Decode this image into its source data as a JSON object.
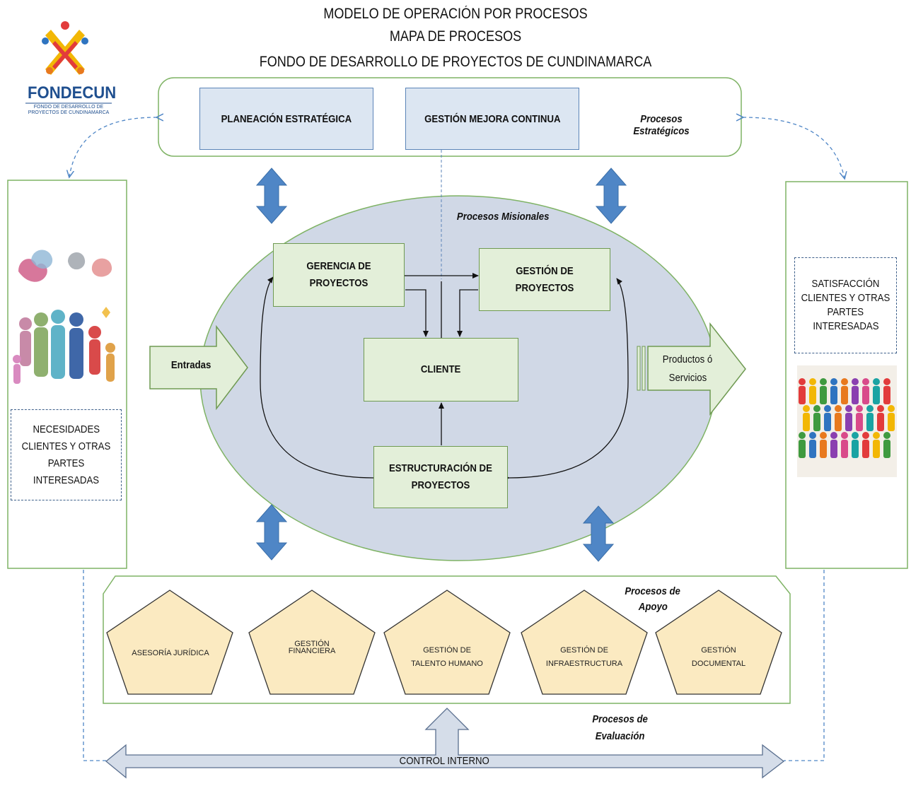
{
  "title": {
    "line1": "MODELO DE OPERACIÓN POR PROCESOS",
    "line2": "MAPA DE PROCESOS",
    "line3": "FONDO DE DESARROLLO DE PROYECTOS DE CUNDINAMARCA"
  },
  "logo": {
    "name": "FONDECUN",
    "subtitle_line1": "FONDO DE DESARROLLO DE",
    "subtitle_line2": "PROYECTOS DE CUNDINAMARCA"
  },
  "strategic": {
    "label": "Procesos Estratégicos",
    "box1": "PLANEACIÓN ESTRATÉGICA",
    "box2": "GESTIÓN MEJORA CONTINUA"
  },
  "missional": {
    "label": "Procesos Misionales",
    "gerencia": "GERENCIA DE PROYECTOS",
    "gestion": "GESTIÓN DE PROYECTOS",
    "cliente": "CLIENTE",
    "estructuracion_line1": "ESTRUCTURACIÓN DE",
    "estructuracion_line2": "PROYECTOS",
    "inputs": "Entradas",
    "outputs_line1": "Productos ó",
    "outputs_line2": "Servicios"
  },
  "left_panel": {
    "line1": "NECESIDADES",
    "line2": "CLIENTES Y OTRAS",
    "line3": "PARTES INTERESADAS"
  },
  "right_panel": {
    "line1": "SATISFACCIÓN",
    "line2": "CLIENTES Y OTRAS",
    "line3": "PARTES",
    "line4": "INTERESADAS"
  },
  "support": {
    "label_line1": "Procesos de",
    "label_line2": "Apoyo",
    "items": [
      {
        "line1": "ASESORÍA JURÍDICA",
        "line2": ""
      },
      {
        "line1": "GESTIÓN",
        "line2": "FINANCIERA"
      },
      {
        "line1": "GESTIÓN DE",
        "line2": "TALENTO HUMANO"
      },
      {
        "line1": "GESTIÓN DE",
        "line2": "INFRAESTRUCTURA"
      },
      {
        "line1": "GESTIÓN",
        "line2": "DOCUMENTAL"
      }
    ]
  },
  "evaluation": {
    "label_line1": "Procesos de",
    "label_line2": "Evaluación",
    "control": "CONTROL INTERNO"
  },
  "colors": {
    "strategic_fill": "#dce6f2",
    "green_fill": "#e3efd9",
    "ellipse_fill": "#d0d8e6",
    "pentagon_fill": "#fbeac1",
    "arrow_blue": "#4f86c6",
    "panel_border": "#7fb365"
  }
}
